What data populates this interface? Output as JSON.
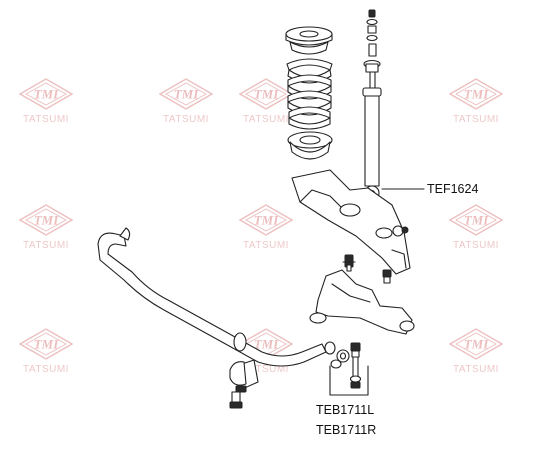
{
  "watermark": {
    "logo_text": "TMI",
    "brand_text": "TATSUMI"
  },
  "callouts": {
    "shock_absorber": "TEF1624",
    "link_left": "TEB1711L",
    "link_right": "TEB1711R"
  },
  "colors": {
    "watermark": "#e6a9a9",
    "line": "#222222",
    "background": "#ffffff"
  },
  "icons": {
    "watermark_logo": "tmi-diamond-logo"
  }
}
